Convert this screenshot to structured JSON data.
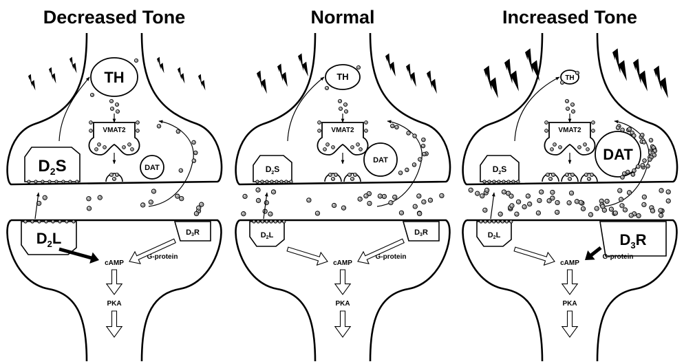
{
  "panels": [
    {
      "title": "Decreased Tone",
      "th": "TH",
      "vmat": "VMAT2",
      "d2s": {
        "main": "D",
        "sub": "2",
        "tail": "S"
      },
      "d2l": {
        "main": "D",
        "sub": "2",
        "tail": "L"
      },
      "d3r": {
        "main": "D",
        "sub": "3",
        "tail": "R"
      },
      "dat": "DAT",
      "camp": "cAMP",
      "gprotein": "G-protein",
      "pka": "PKA"
    },
    {
      "title": "Normal",
      "th": "TH",
      "vmat": "VMAT2",
      "d2s": {
        "main": "D",
        "sub": "2",
        "tail": "S"
      },
      "d2l": {
        "main": "D",
        "sub": "2",
        "tail": "L"
      },
      "d3r": {
        "main": "D",
        "sub": "3",
        "tail": "R"
      },
      "dat": "DAT",
      "camp": "cAMP",
      "gprotein": "G-protein",
      "pka": "PKA"
    },
    {
      "title": "Increased Tone",
      "th": "TH",
      "vmat": "VMAT2",
      "d2s": {
        "main": "D",
        "sub": "2",
        "tail": "S"
      },
      "d2l": {
        "main": "D",
        "sub": "2",
        "tail": "L"
      },
      "d3r": {
        "main": "D",
        "sub": "3",
        "tail": "R"
      },
      "dat": "DAT",
      "camp": "cAMP",
      "gprotein": "G-protein",
      "pka": "PKA"
    }
  ],
  "icons": {
    "lightning": "lightning-bolt-icon",
    "dopamine": "dopamine-molecule-icon"
  }
}
